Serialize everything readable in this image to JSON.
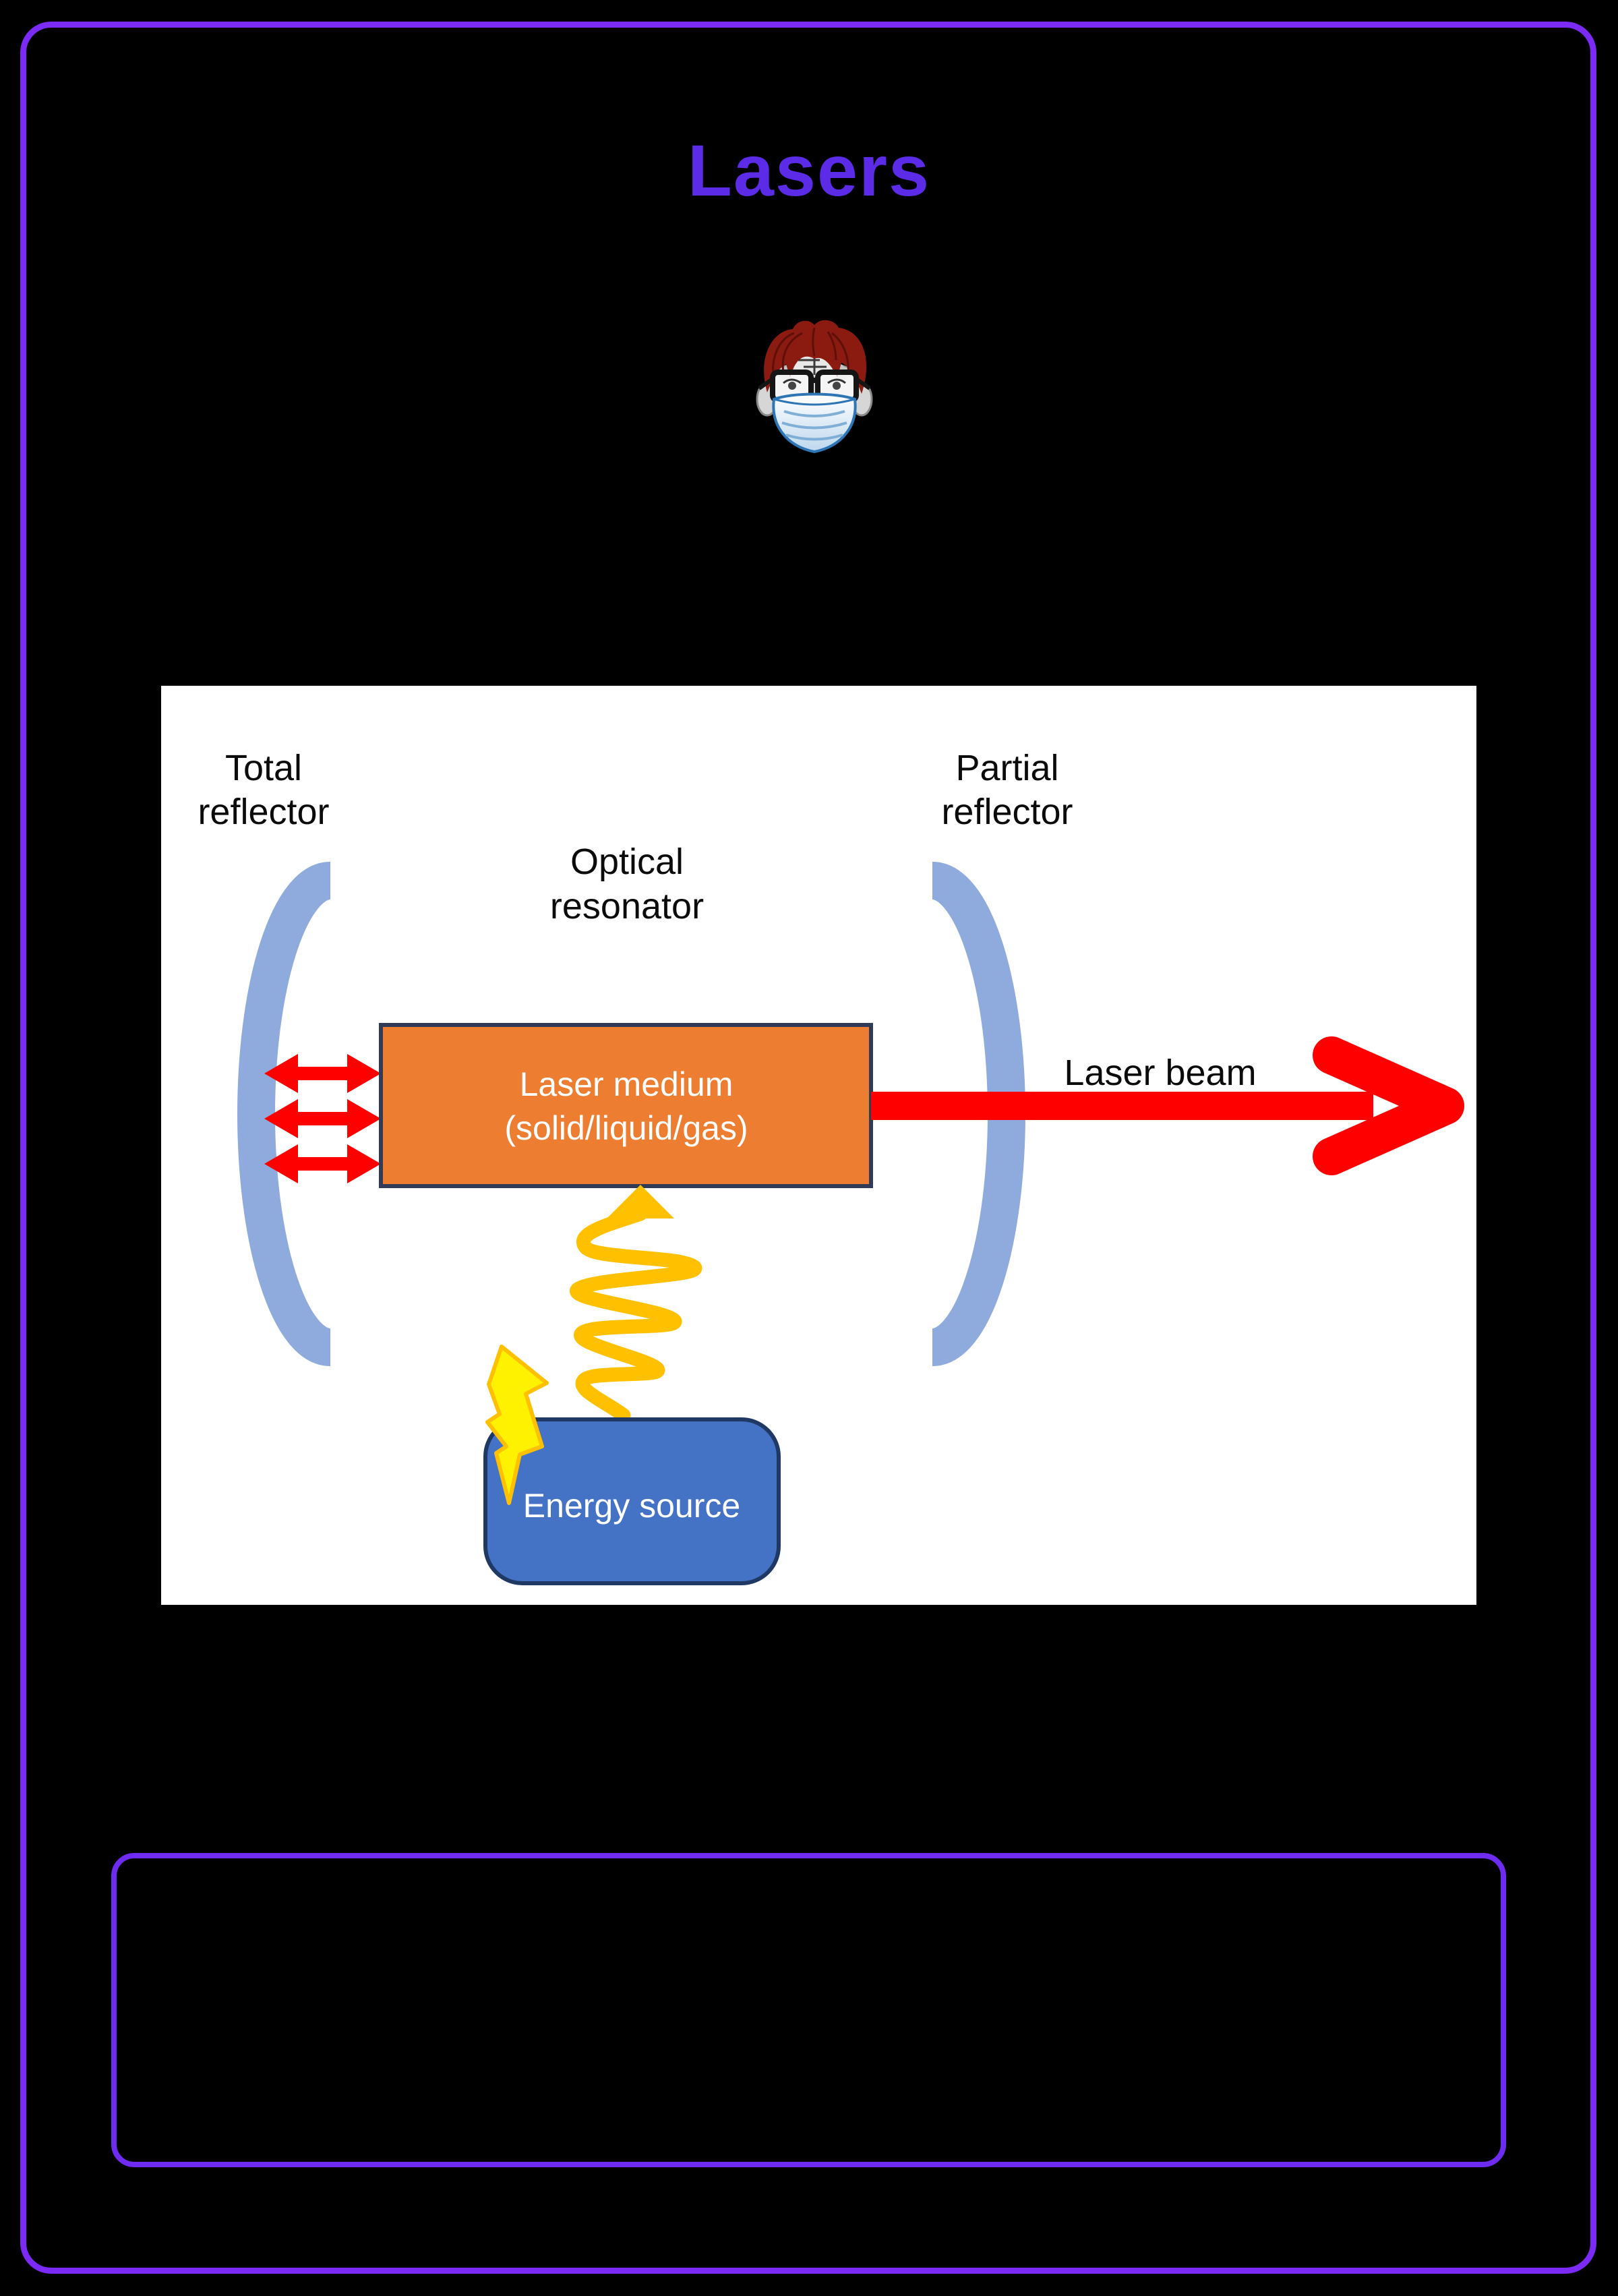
{
  "slide": {
    "title": "Lasers",
    "colors": {
      "background": "#000000",
      "frame_border": "#7B2BF5",
      "title_text": "#5B2BE8",
      "panel_background": "#FFFFFF",
      "reflector_bracket_blue": "#8FAADC",
      "laser_medium_fill": "#ED7D31",
      "laser_medium_border": "#2F3B57",
      "energy_source_fill": "#4472C4",
      "energy_source_border": "#1F3864",
      "beam_red": "#FE0000",
      "pump_wave_gold": "#FFC000",
      "lightning_yellow": "#FFF200",
      "diagram_label_text": "#000000",
      "box_label_text": "#FFFFFF"
    },
    "diagram": {
      "total_reflector": [
        "Total",
        "reflector"
      ],
      "partial_reflector": [
        "Partial",
        "reflector"
      ],
      "optical_resonator": [
        "Optical",
        "resonator"
      ],
      "laser_medium": [
        "Laser medium",
        "(solid/liquid/gas)"
      ],
      "laser_beam_label": "Laser beam",
      "energy_source_label": "Energy source"
    },
    "avatar": {
      "description": "masked scientist face with red hair and glasses"
    },
    "note_box_text": ""
  }
}
